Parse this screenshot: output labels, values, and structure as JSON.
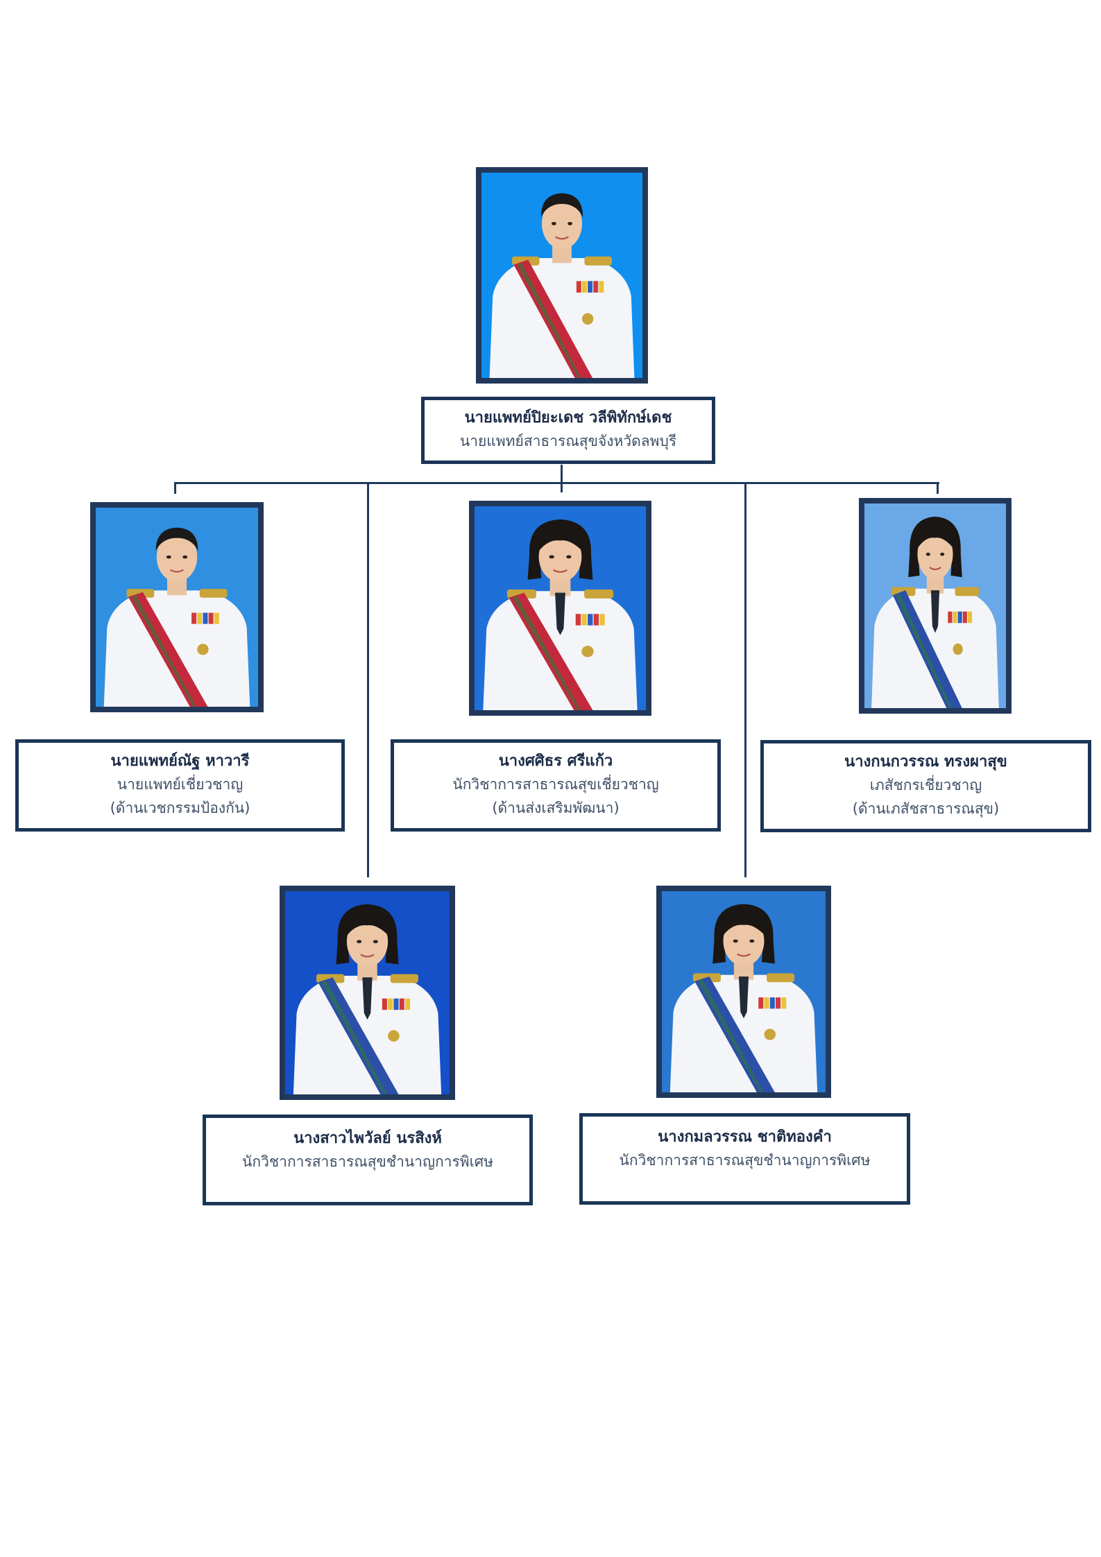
{
  "chief": {
    "name": "นายแพทย์ปิยะเดช วลีพิทักษ์เดช",
    "position": "นายแพทย์สาธารณสุขจังหวัดลพบุรี",
    "photo": {
      "bg": "#0f8ff0",
      "gender": "male",
      "sash": "#c4283c"
    }
  },
  "experts": [
    {
      "name": "นายแพทย์ณัฐ หาวารี",
      "position": "นายแพทย์เชี่ยวชาญ",
      "field": "(ด้านเวชกรรมป้องกัน)",
      "photo": {
        "bg": "#2f8fe0",
        "gender": "male",
        "sash": "#c4283c"
      }
    },
    {
      "name": "นางศศิธร ศรีแก้ว",
      "position": "นักวิชาการสาธารณสุขเชี่ยวชาญ",
      "field": "(ด้านส่งเสริมพัฒนา)",
      "photo": {
        "bg": "#1f6fd8",
        "gender": "female",
        "sash": "#c4283c"
      }
    },
    {
      "name": "นางกนกวรรณ ทรงผาสุข",
      "position": "เภสัชกรเชี่ยวชาญ",
      "field": "(ด้านเภสัชสาธารณสุข)",
      "photo": {
        "bg": "#6aa8e8",
        "gender": "female",
        "sash": "#2c4fa8"
      }
    }
  ],
  "specialists": [
    {
      "name": "นางสาวไพวัลย์ นรสิงห์",
      "position": "นักวิชาการสาธารณสุขชำนาญการพิเศษ",
      "photo": {
        "bg": "#1450c8",
        "gender": "female",
        "sash": "#2c4fa8"
      }
    },
    {
      "name": "นางกมลวรรณ ชาติทองคำ",
      "position": "นักวิชาการสาธารณสุขชำนาญการพิเศษ",
      "photo": {
        "bg": "#2a78cf",
        "gender": "female",
        "sash": "#2c4fa8"
      }
    }
  ],
  "colors": {
    "line": "#1f3b5c",
    "box_border": "#1b3557",
    "photo_frame": "#22385a"
  }
}
